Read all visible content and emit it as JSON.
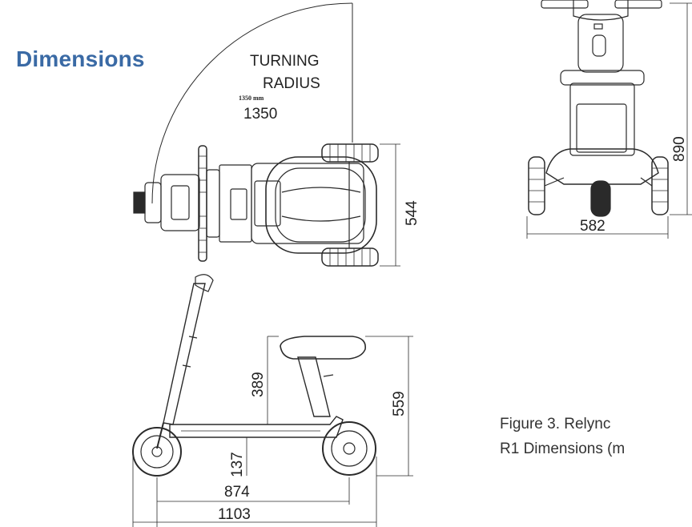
{
  "section": {
    "heading": "Dimensions"
  },
  "top_view": {
    "turning_radius_line1": "TURNING",
    "turning_radius_line2": "RADIUS",
    "radius_small_note": "1350 mm",
    "radius_value": "1350",
    "width_value": "544"
  },
  "front_view": {
    "height_value": "890",
    "width_value": "582"
  },
  "side_view": {
    "seat_to_floor_value": "389",
    "overall_height_value": "559",
    "ground_clearance_value": "137",
    "wheelbase_value": "874",
    "overall_length_value": "1103"
  },
  "caption": {
    "line1": "Figure 3. Relync",
    "line2": "R1 Dimensions (m"
  },
  "colors": {
    "heading": "#3a6aa5",
    "line_art": "#2a2a2a"
  }
}
